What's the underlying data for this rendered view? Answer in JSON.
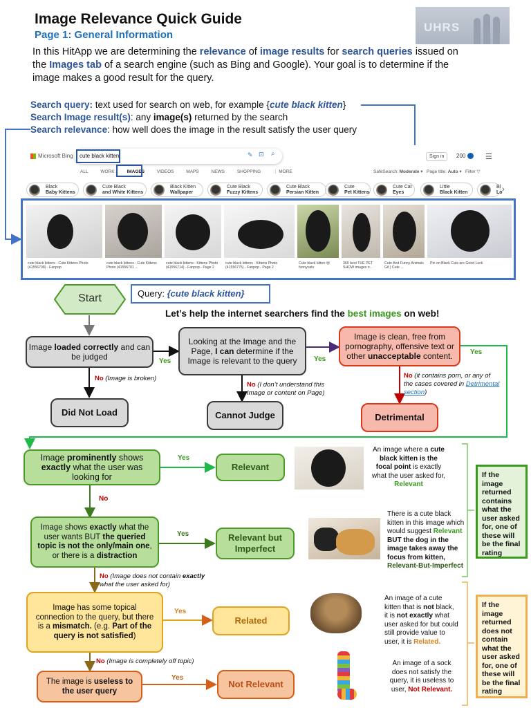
{
  "header": {
    "title": "Image Relevance Quick Guide",
    "subtitle": "Page 1: General Information",
    "logo_text": "UHRS"
  },
  "intro": {
    "p1": "In this HitApp we are determining the ",
    "relevance": "relevance",
    "p2": " of ",
    "image_results": "image results",
    "p3": " for ",
    "search_queries": "search queries",
    "p4": " issued on the ",
    "images_tab": "Images tab",
    "p5": " of a search engine (such as Bing and Google). Your goal is to determine if the image makes a good result for the query."
  },
  "definitions": {
    "query_term": "Search query:",
    "query_text": " text used for search on web, for example {",
    "query_example": "cute black kitten",
    "query_end": "}",
    "result_term": "Search Image result(s)",
    "result_text": ": any ",
    "result_bold": "image(s)",
    "result_end": " returned by the search",
    "relevance_term": "Search relevance",
    "relevance_text": ": how well does the image in the result satisfy the user query"
  },
  "bing": {
    "brand": "Microsoft Bing",
    "query": "cute black kitten",
    "sign_in": "Sign in",
    "points": "200",
    "nav": [
      "ALL",
      "WORK",
      "IMAGES",
      "VIDEOS",
      "MAPS",
      "NEWS",
      "SHOPPING",
      "⋮ MORE"
    ],
    "safesearch_label": "SafeSearch:",
    "safesearch_value": "Moderate",
    "page_title_label": "Page title:",
    "page_title_value": "Auto",
    "filter": "Filter",
    "chips": [
      {
        "l1": "Black",
        "l2": "Baby Kittens"
      },
      {
        "l1": "Cute Black",
        "l2": "and White Kittens"
      },
      {
        "l1": "Black Kitten",
        "l2": "Wallpaper"
      },
      {
        "l1": "Cute Black",
        "l2": "Fuzzy Kittens"
      },
      {
        "l1": "Cute Black",
        "l2": "Persian Kitten"
      },
      {
        "l1": "Cute",
        "l2": "Pet Kittens"
      },
      {
        "l1": "Cute Cat",
        "l2": "Eyes"
      },
      {
        "l1": "Little",
        "l2": "Black Kitten"
      },
      {
        "l1": "Bl",
        "l2": "Lo"
      }
    ],
    "captions": [
      "cute black kittens - Cute Kittens Photo (41556708) - Fanpop",
      "cute black kittens - Cute Kittens Photo (41556701 ...",
      "cute black kittens - Kittens Photo (41556714) - Fanpop - Page 2",
      "cute black kittens - Kittens Photo (41556775) - Fanpop - Page 2",
      "Cute black kitten 😍 funnycats",
      "360 best THE PET SHOW images o...",
      "Cute And Funny Animals Gif | Cute ...",
      "Pin on Black Cats are Good Luck"
    ]
  },
  "flow": {
    "start": "Start",
    "query_label": "Query: ",
    "query_value": "{cute black kitten}",
    "tagline_a": "Let’s help the internet searchers find the ",
    "tagline_best": "best images",
    "tagline_b": " on web!",
    "q1_a": "Image ",
    "q1_b": "loaded correctly",
    "q1_c": " and can be judged",
    "q2_a": "Looking at the Image and the Page, ",
    "q2_b": "I can",
    "q2_c": " determine if the Image is relevant to the query",
    "q3_a": "Image is clean, free from pornography, offensive text or other ",
    "q3_b": "unacceptable",
    "q3_c": " content.",
    "yes": "Yes",
    "no": "No",
    "no1_note": " (Image is broken)",
    "no2_note": " (I don’t understand this Image or content on Page)",
    "no3_note_a": " (it contains porn, or any of the cases covered in ",
    "no3_link": "Detrimental section",
    "no3_note_b": ")",
    "did_not_load": "Did Not Load",
    "cannot_judge": "Cannot Judge",
    "detrimental": "Detrimental",
    "r1_a": "Image ",
    "r1_b": "prominently",
    "r1_c": " shows ",
    "r1_d": "exactly",
    "r1_e": " what the user was looking for",
    "relevant": "Relevant",
    "r2_a": "Image shows ",
    "r2_b": "exactly",
    "r2_c": " what the user wants BUT ",
    "r2_d": "the queried topic is not the only/main one",
    "r2_e": ", or there is a ",
    "r2_f": "distraction",
    "relevant_imperfect": "Relevant but Imperfect",
    "no_note_r2_a": " (Image does not contain ",
    "no_note_r2_b": "exactly",
    "no_note_r2_c": " what the user asked for)",
    "r3_a": "Image has some topical connection to the query, but there is a ",
    "r3_b": "mismatch.",
    "r3_c": " (e.g. ",
    "r3_d": "Part of the query is not satisfied",
    "r3_e": ")",
    "related": "Related",
    "no_note_r3": " (Image is completely off topic)",
    "r4_a": "The image is ",
    "r4_b": "useless to the user query",
    "not_relevant": "Not Relevant",
    "ex1_a": "An image where a ",
    "ex1_b": "cute black kitten is the focal point",
    "ex1_c": " is exactly what the user asked for, ",
    "ex1_d": "Relevant",
    "ex2_a": "There is a cute black kitten in this image which would suggest ",
    "ex2_b": "Relevant",
    "ex2_c": " BUT the dog in the image takes away the focus from kitten, ",
    "ex2_d": "Relevant-But-Imperfect",
    "ex3_a": "An image of a cute kitten that is ",
    "ex3_b": "not",
    "ex3_c": " black, it is ",
    "ex3_d": "not exactly",
    "ex3_e": " what user asked for but could still provide value to user, it is ",
    "ex3_f": "Related.",
    "ex4_a": "An image of a sock does not satisfy the query, it is useless to user, ",
    "ex4_b": "Not Relevant.",
    "rating_pos": "If the image returned contains what the user asked for, one of these will be the final rating",
    "rating_neg": "If the image returned does not contain what the user asked for, one of these will be the final rating"
  },
  "colors": {
    "blue_accent": "#2e5597",
    "green": "#3a9a1e",
    "red": "#c00000",
    "orange": "#d9811a"
  }
}
